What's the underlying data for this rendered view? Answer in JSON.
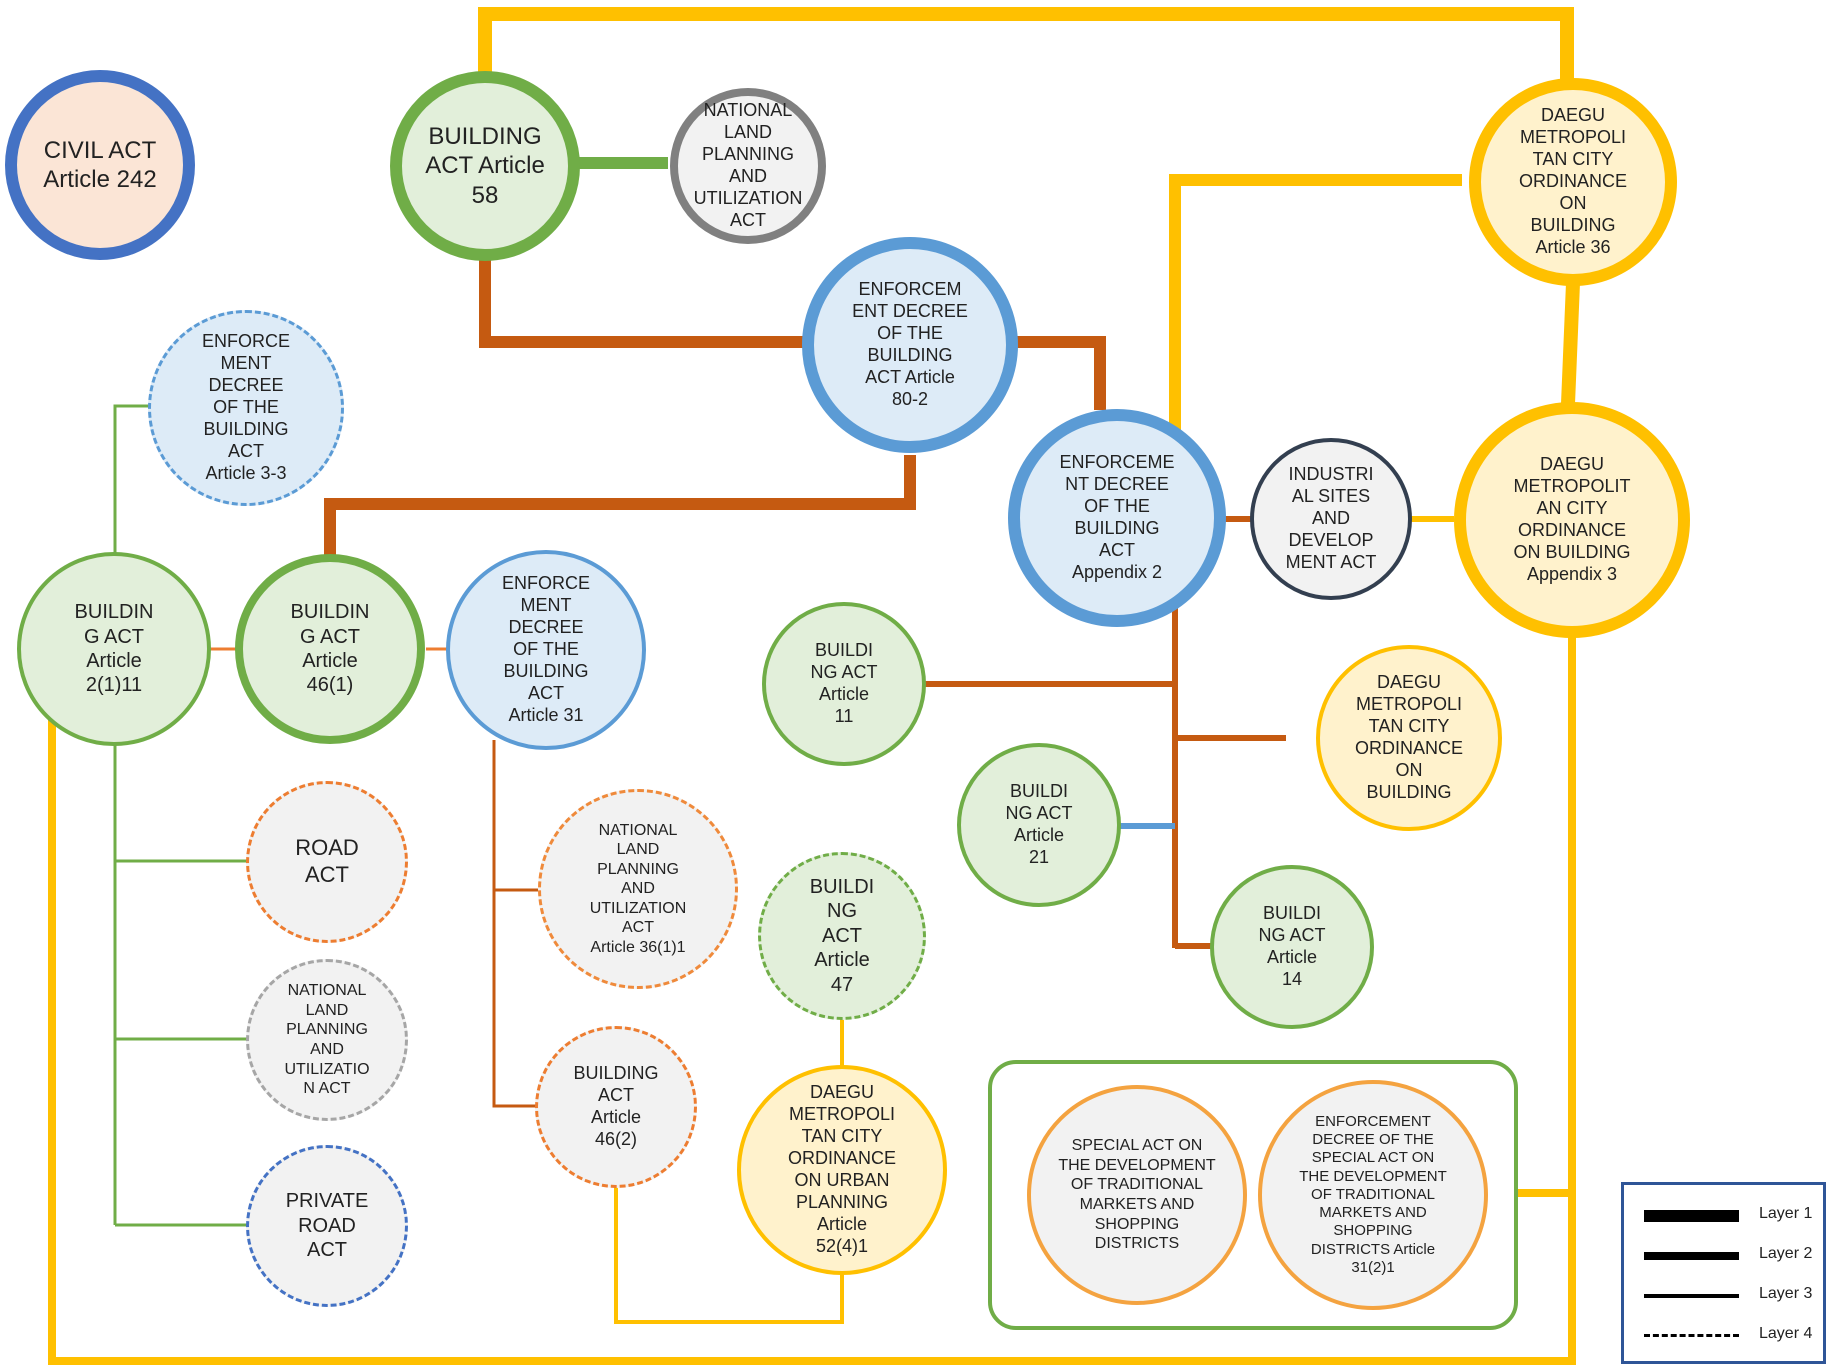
{
  "nodes": [
    {
      "id": "civil-act",
      "label": "CIVIL ACT\nArticle 242",
      "layer": 1,
      "style": "t-peach",
      "fs": 24
    },
    {
      "id": "building-act-58",
      "label": "BUILDING\nACT Article\n58",
      "layer": 1,
      "style": "t-green",
      "fs": 24
    },
    {
      "id": "national-land-top",
      "label": "NATIONAL\nLAND\nPLANNING\nAND\nUTILIZATION\nACT",
      "layer": 2,
      "style": "t-grey",
      "fs": 18
    },
    {
      "id": "daegu-ordinance-36",
      "label": "DAEGU\nMETROPOLI\nTAN CITY\nORDINANCE\nON\nBUILDING\nArticle 36",
      "layer": 1,
      "style": "t-yellow",
      "fs": 18
    },
    {
      "id": "enforcement-80-2",
      "label": "ENFORCEM\nENT DECREE\nOF THE\nBUILDING\nACT Article\n80-2",
      "layer": 1,
      "style": "t-blue",
      "fs": 18
    },
    {
      "id": "enforcement-3-3",
      "label": "ENFORCE\nMENT\nDECREE\nOF THE\nBUILDING\nACT\nArticle 3-3",
      "layer": 4,
      "style": "t-blue",
      "fs": 18
    },
    {
      "id": "enforcement-appendix-2",
      "label": "ENFORCEME\nNT DECREE\nOF THE\nBUILDING\nACT\nAppendix 2",
      "layer": 1,
      "style": "t-blue",
      "fs": 18
    },
    {
      "id": "industrial-sites",
      "label": "INDUSTRI\nAL SITES\nAND\nDEVELOP\nMENT ACT",
      "layer": 3,
      "style": "t-grey-navy",
      "fs": 18
    },
    {
      "id": "daegu-appendix-3",
      "label": "DAEGU\nMETROPOLIT\nAN CITY\nORDINANCE\nON BUILDING\nAppendix 3",
      "layer": 1,
      "style": "t-yellow",
      "fs": 18
    },
    {
      "id": "building-act-2-1-11",
      "label": "BUILDIN\nG ACT\nArticle\n2(1)11",
      "layer": 3,
      "style": "t-green",
      "fs": 20
    },
    {
      "id": "building-act-46-1",
      "label": "BUILDIN\nG ACT\nArticle\n46(1)",
      "layer": 2,
      "style": "t-green",
      "fs": 20
    },
    {
      "id": "enforcement-31",
      "label": "ENFORCE\nMENT\nDECREE\nOF THE\nBUILDING\nACT\nArticle 31",
      "layer": 3,
      "style": "t-blue",
      "fs": 18
    },
    {
      "id": "building-act-11",
      "label": "BUILDI\nNG ACT\nArticle\n11",
      "layer": 3,
      "style": "t-green",
      "fs": 18
    },
    {
      "id": "daegu-ordinance-building",
      "label": "DAEGU\nMETROPOLI\nTAN CITY\nORDINANCE\nON\nBUILDING",
      "layer": 3,
      "style": "t-yellow",
      "fs": 18
    },
    {
      "id": "building-act-21",
      "label": "BUILDI\nNG ACT\nArticle\n21",
      "layer": 3,
      "style": "t-green",
      "fs": 18
    },
    {
      "id": "building-act-14",
      "label": "BUILDI\nNG ACT\nArticle\n14",
      "layer": 3,
      "style": "t-green",
      "fs": 18
    },
    {
      "id": "road-act",
      "label": "ROAD\nACT",
      "layer": 4,
      "style": "t-grey-orange",
      "fs": 22
    },
    {
      "id": "national-land-36",
      "label": "NATIONAL\nLAND\nPLANNING\nAND\nUTILIZATION\nACT\nArticle 36(1)1",
      "layer": 4,
      "style": "t-grey-orange2",
      "fs": 16
    },
    {
      "id": "building-act-47",
      "label": "BUILDI\nNG\nACT\nArticle\n47",
      "layer": 4,
      "style": "t-green",
      "fs": 20
    },
    {
      "id": "national-land-bottom",
      "label": "NATIONAL\nLAND\nPLANNING\nAND\nUTILIZATIO\nN ACT",
      "layer": 4,
      "style": "t-grey-grey",
      "fs": 16
    },
    {
      "id": "building-act-46-2",
      "label": "BUILDING\nACT\nArticle\n46(2)",
      "layer": 4,
      "style": "t-grey-orange",
      "fs": 18
    },
    {
      "id": "daegu-urban-planning",
      "label": "DAEGU\nMETROPOLI\nTAN CITY\nORDINANCE\nON URBAN\nPLANNING\nArticle\n52(4)1",
      "layer": 3,
      "style": "t-yellow",
      "fs": 18
    },
    {
      "id": "private-road-act",
      "label": "PRIVATE\nROAD\nACT",
      "layer": 4,
      "style": "t-grey-blue",
      "fs": 20
    },
    {
      "id": "special-act",
      "label": "SPECIAL ACT ON\nTHE DEVELOPMENT\nOF TRADITIONAL\nMARKETS AND\nSHOPPING\nDISTRICTS",
      "layer": 3,
      "style": "t-grey-og",
      "fs": 16
    },
    {
      "id": "enforcement-special-act",
      "label": "ENFORCEMENT\nDECREE OF THE\nSPECIAL ACT ON\nTHE DEVELOPMENT\nOF TRADITIONAL\nMARKETS AND\nSHOPPING\nDISTRICTS Article\n31(2)1",
      "layer": 3,
      "style": "t-grey-og",
      "fs": 15
    }
  ],
  "legend": {
    "items": [
      {
        "label": "Layer 1",
        "layer": 1
      },
      {
        "label": "Layer 2",
        "layer": 2
      },
      {
        "label": "Layer 3",
        "layer": 3
      },
      {
        "label": "Layer 4",
        "layer": 4
      }
    ]
  },
  "colors": {
    "green": "#70ad47",
    "blue": "#5b9bd5",
    "yellow": "#ffc000",
    "orange": "#ed7d31",
    "brown": "#c55a11",
    "grey": "#808080",
    "navy": "#333f50",
    "legend_border": "#2f5597"
  }
}
